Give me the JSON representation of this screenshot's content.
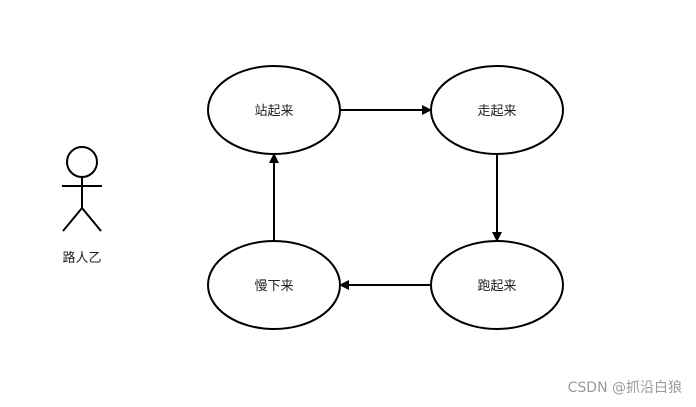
{
  "diagram": {
    "actor": {
      "label": "路人乙",
      "icon": "stick-figure-icon"
    },
    "nodes": [
      {
        "id": "stand",
        "label": "站起来"
      },
      {
        "id": "walk",
        "label": "走起来"
      },
      {
        "id": "run",
        "label": "跑起来"
      },
      {
        "id": "slow",
        "label": "慢下来"
      }
    ],
    "edges": [
      {
        "from": "stand",
        "to": "walk"
      },
      {
        "from": "walk",
        "to": "run"
      },
      {
        "from": "run",
        "to": "slow"
      },
      {
        "from": "slow",
        "to": "stand"
      }
    ],
    "colors": {
      "stroke": "#000000",
      "fill": "#ffffff"
    }
  },
  "watermark": "CSDN @抓沿白狼"
}
